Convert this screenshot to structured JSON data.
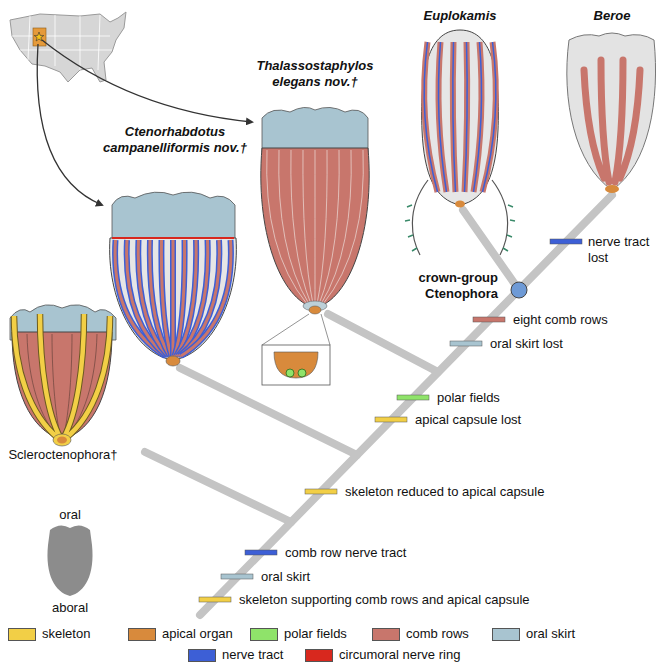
{
  "diagram": {
    "labels": [
      "Euplokamis",
      "Beroe",
      "Thalassostaphylos elegans nov.†",
      "Ctenorhabdotus campanelliformis nov.†",
      "crown-group Ctenophora",
      "nerve tract lost",
      "eight comb rows",
      "oral skirt lost",
      "polar fields",
      "apical capsule lost",
      "skeleton reduced to apical capsule",
      "comb row nerve tract",
      "oral skirt",
      "skeleton supporting comb rows and apical capsule",
      "Scleroctenophora†",
      "oral",
      "aboral"
    ],
    "legend": [
      {
        "text": "skeleton",
        "color": "#f2cf46"
      },
      {
        "text": "apical organ",
        "color": "#d88a3c"
      },
      {
        "text": "polar fields",
        "color": "#8fe36a"
      },
      {
        "text": "comb rows",
        "color": "#c8766c"
      },
      {
        "text": "oral skirt",
        "color": "#a8c4d0"
      },
      {
        "text": "nerve tract",
        "color": "#3d5fd6"
      },
      {
        "text": "circumoral nerve ring",
        "color": "#d8281e"
      }
    ]
  }
}
